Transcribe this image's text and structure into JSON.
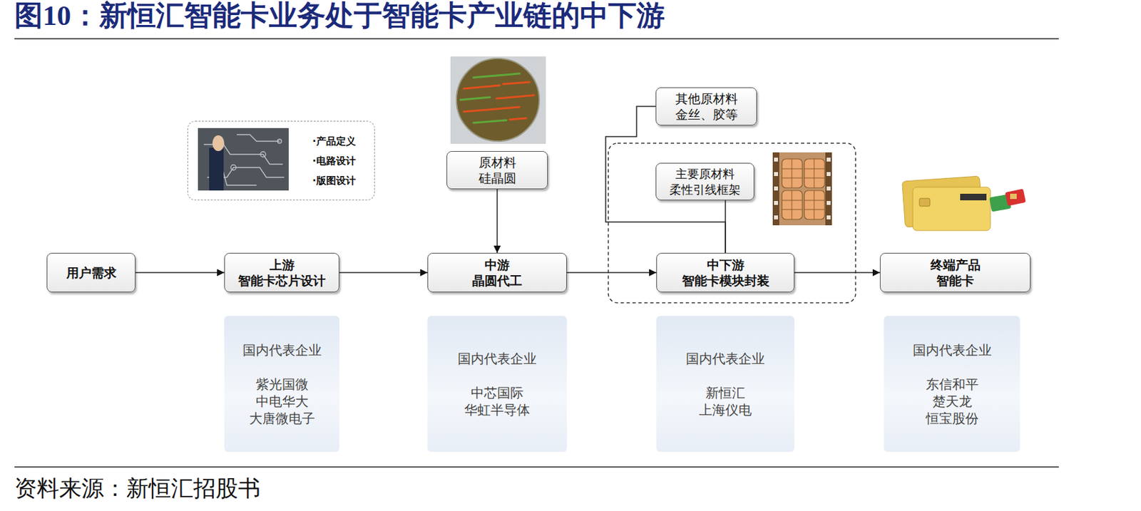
{
  "diagram": {
    "title": "图10：新恒汇智能卡业务处于智能卡产业链的中下游",
    "caption": "资料来源：新恒汇招股书",
    "nodes": [
      {
        "text": [
          "·产品定义",
          "·电路设计",
          "·版图设计"
        ]
      },
      {
        "text": [
          "原材料 硅晶圆"
        ]
      },
      {
        "text": [
          "其他原材料 金丝、胶等"
        ]
      },
      {
        "text": [
          "主要原材料 柔性引线框架"
        ]
      },
      {
        "text": [
          "用户需求"
        ]
      },
      {
        "text": [
          "上游",
          "智能卡芯片设计"
        ]
      },
      {
        "text": [
          "中游",
          "晶圆代工"
        ]
      },
      {
        "text": [
          "中下游",
          "智能卡模块封装"
        ]
      },
      {
        "text": [
          "终端产品",
          "智能卡"
        ]
      },
      {
        "text": [
          "国内代表企业",
          "紫光国微 中电华大 大唐微电子"
        ]
      },
      {
        "text": [
          "国内代表企业",
          "中芯国际 华虹半导体"
        ]
      },
      {
        "text": [
          "国内代表企业",
          "新恒汇 上海仪电"
        ]
      },
      {
        "text": [
          "国内代表企业",
          "东信和平 楚天龙 恒宝股份"
        ]
      }
    ],
    "edges": [
      {
        "from": 4,
        "to": 5,
        "arrow": "to"
      },
      {
        "from": 5,
        "to": 6,
        "arrow": "to"
      },
      {
        "from": 1,
        "to": 6,
        "arrow": "to"
      },
      {
        "from": 6,
        "to": 7,
        "arrow": "to"
      },
      {
        "from": 2,
        "to": 7,
        "arrow": "none"
      },
      {
        "from": 3,
        "to": 7,
        "arrow": "none"
      },
      {
        "from": 7,
        "to": 8,
        "arrow": "to"
      }
    ]
  }
}
